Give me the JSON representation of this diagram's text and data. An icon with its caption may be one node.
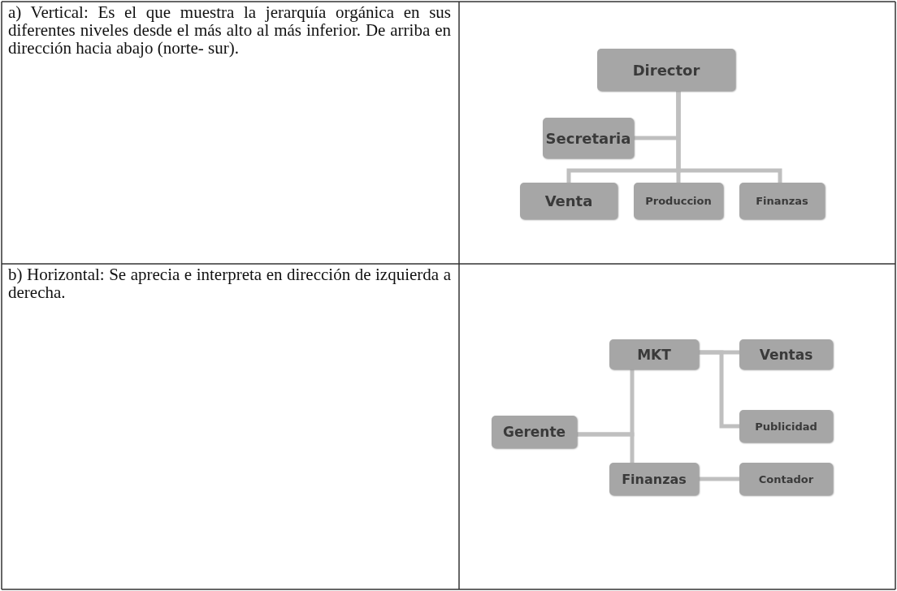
{
  "diagram": {
    "nodes": [
      {
        "text": [
          "Director"
        ]
      },
      {
        "text": [
          "Secretaria"
        ]
      },
      {
        "text": [
          "Venta"
        ]
      },
      {
        "text": [
          "Produccion"
        ]
      },
      {
        "text": [
          "Finanzas"
        ]
      },
      {
        "text": [
          "MKT"
        ]
      },
      {
        "text": [
          "Ventas"
        ]
      },
      {
        "text": [
          "Gerente"
        ]
      },
      {
        "text": [
          "Publicidad"
        ]
      },
      {
        "text": [
          "Finanzas"
        ]
      },
      {
        "text": [
          "Contador"
        ]
      }
    ],
    "edges": [
      {
        "from": 0,
        "to": 1,
        "arrow": "none"
      },
      {
        "from": 0,
        "to": 2,
        "arrow": "none"
      },
      {
        "from": 0,
        "to": 3,
        "arrow": "none"
      },
      {
        "from": 0,
        "to": 4,
        "arrow": "none"
      },
      {
        "from": 7,
        "to": 5,
        "arrow": "none"
      },
      {
        "from": 7,
        "to": 9,
        "arrow": "none"
      },
      {
        "from": 5,
        "to": 6,
        "arrow": "none"
      },
      {
        "from": 5,
        "to": 8,
        "arrow": "none"
      },
      {
        "from": 9,
        "to": 10,
        "arrow": "none"
      }
    ],
    "labels": [
      "a) Vertical: Es el que muestra la jerarquía orgánica en sus diferentes niveles desde el más alto al más inferior. De arriba en dirección hacia abajo (norte- sur).",
      "b) Horizontal: Se aprecia e interpreta en dirección de izquierda a derecha."
    ]
  }
}
